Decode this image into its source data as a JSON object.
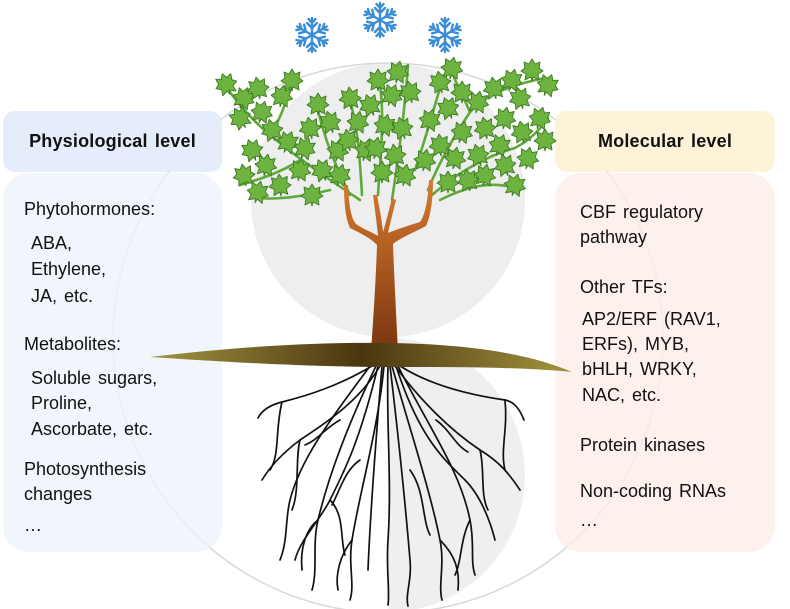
{
  "icons": {
    "snowflake": "snowflake-icon",
    "tree": "tree-illustration",
    "leaf": "leaf-icon",
    "roots": "roots-illustration"
  },
  "colors": {
    "snowflake": "#3b8ed6",
    "leaf_fill": "#6cb43f",
    "leaf_stroke": "#3d7a20",
    "trunk_top": "#d67a30",
    "trunk_bottom": "#7a3510",
    "ground": "#4a3510",
    "roots": "#111111",
    "physiological_title_bg": "#e2ecf8",
    "physiological_body_bg": "#eef4fb",
    "molecular_title_bg": "#fcf2d6",
    "molecular_body_bg": "#fceeea"
  },
  "physiological": {
    "title": "Physiological level",
    "phytohormones": {
      "heading": "Phytohormones:",
      "items": [
        "ABA,",
        "Ethylene,",
        "JA, etc."
      ]
    },
    "metabolites": {
      "heading": "Metabolites:",
      "items": [
        "Soluble sugars,",
        "Proline,",
        "Ascorbate, etc."
      ]
    },
    "photosynthesis": {
      "lines": [
        "Photosynthesis",
        "changes"
      ]
    },
    "more": "…"
  },
  "molecular": {
    "title": "Molecular level",
    "cbf": {
      "lines": [
        "CBF regulatory",
        "pathway"
      ]
    },
    "other_tfs": {
      "heading": "Other TFs:",
      "items": [
        "AP2/ERF (RAV1,",
        "ERFs), MYB,",
        "bHLH, WRKY,",
        "NAC, etc."
      ]
    },
    "kinases": "Protein kinases",
    "ncrna": "Non-coding RNAs",
    "more": "…"
  }
}
